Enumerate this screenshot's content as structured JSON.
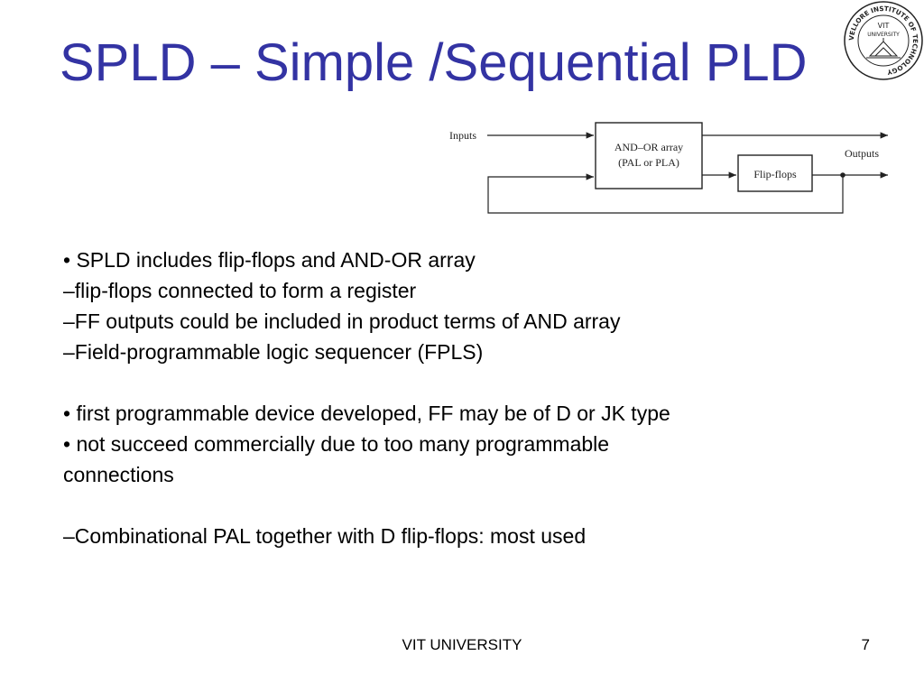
{
  "title": "SPLD – Simple /Sequential PLD",
  "logo": {
    "icon": "university-seal-icon",
    "ring_text": "VELLORE INSTITUTE OF TECHNOLOGY",
    "center_text_1": "VIT",
    "center_text_2": "UNIVERSITY"
  },
  "diagram": {
    "inputs_label": "Inputs",
    "outputs_label": "Outputs",
    "and_or_line1": "AND–OR array",
    "and_or_line2": "(PAL or PLA)",
    "flipflops_label": "Flip-flops"
  },
  "bullets": [
    "• SPLD includes flip-flops and AND-OR array",
    "–flip-flops connected to form a register",
    "–FF outputs could be included in product terms of AND array",
    "–Field-programmable logic sequencer (FPLS)",
    "",
    "• first programmable device developed, FF may be of D or JK type",
    "• not succeed commercially due to too many programmable",
    "connections",
    "",
    "–Combinational PAL together with D flip-flops: most used"
  ],
  "footer": {
    "center": "VIT UNIVERSITY",
    "page": "7"
  },
  "colors": {
    "title": "#3333a3",
    "text": "#000000"
  }
}
